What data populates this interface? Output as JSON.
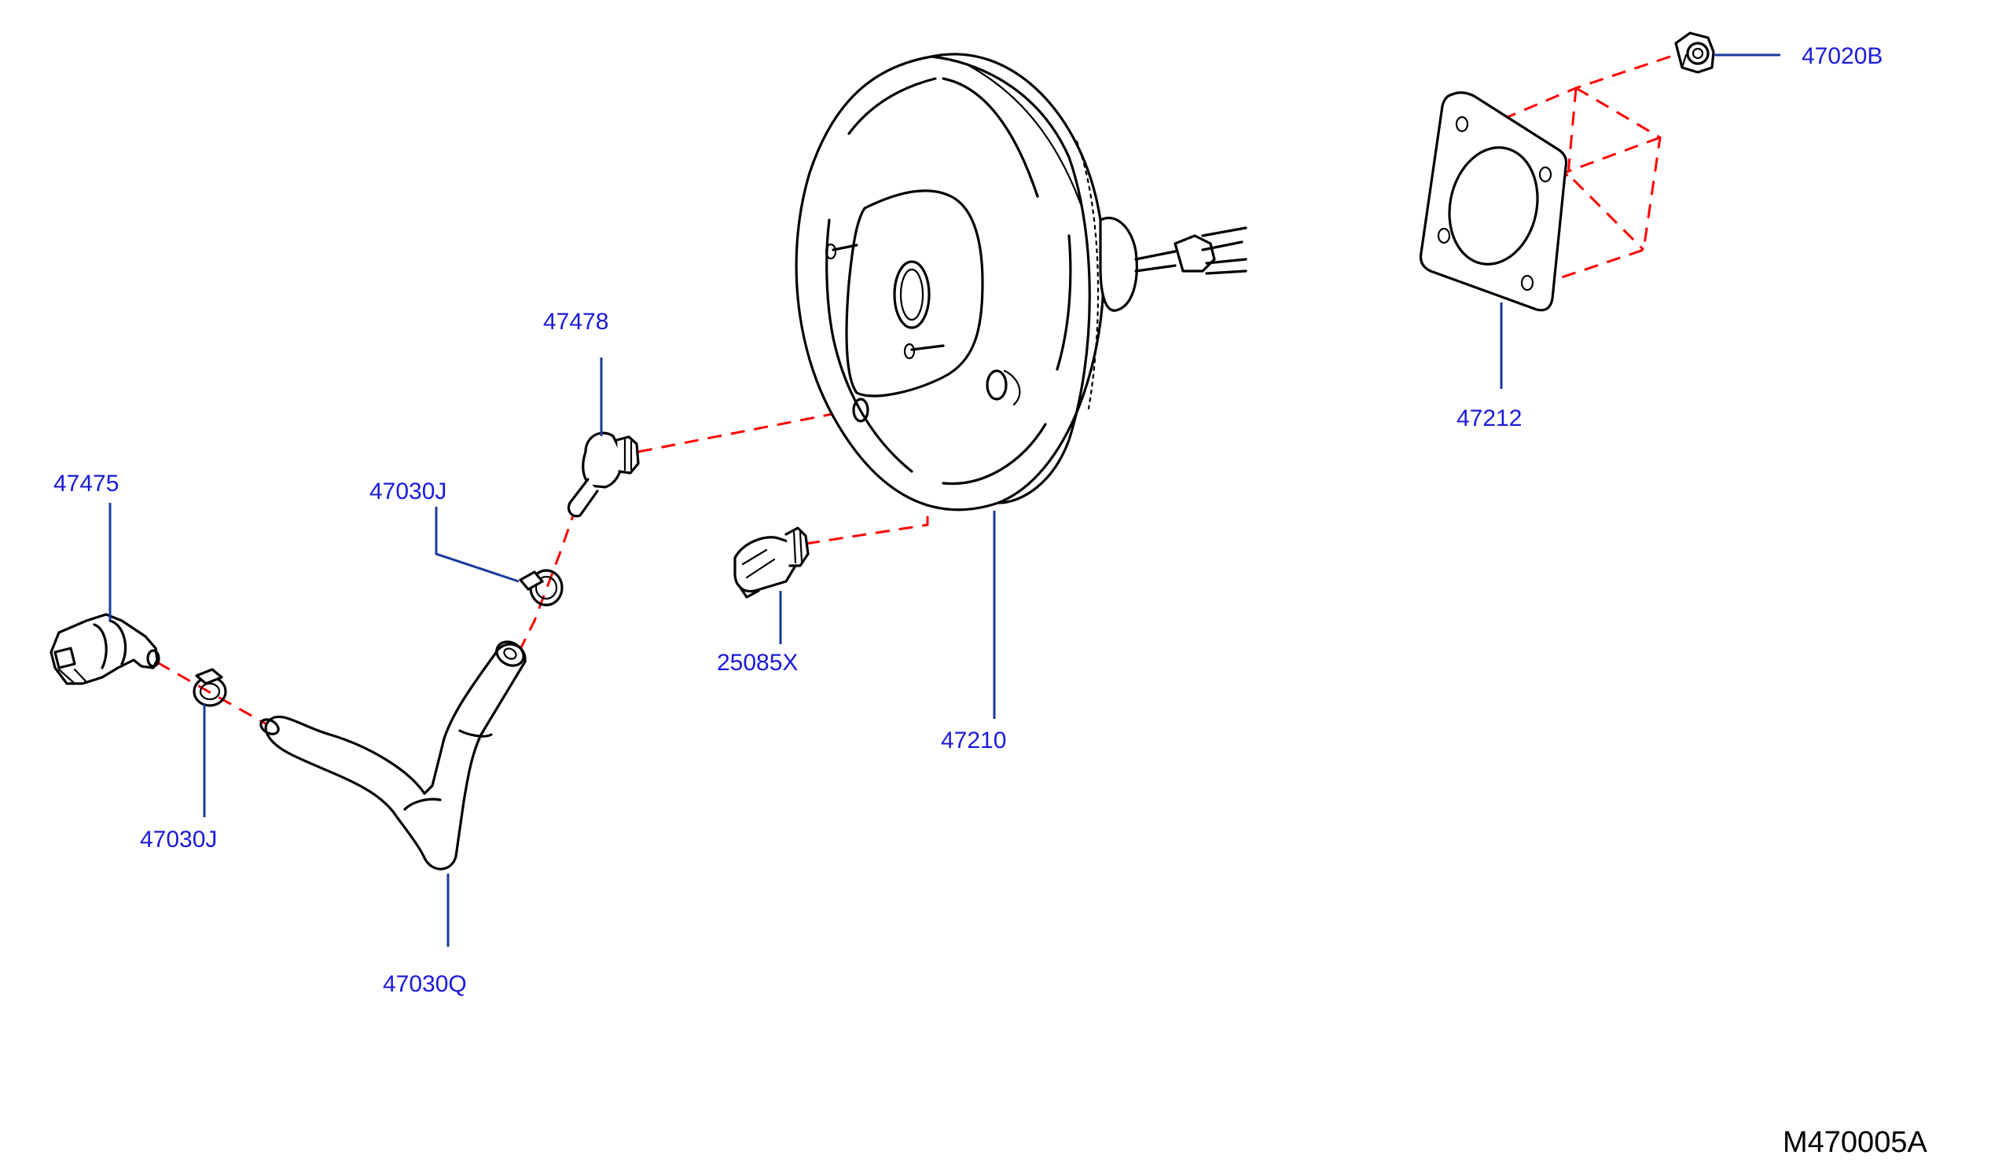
{
  "callouts": {
    "p47020B": "47020B",
    "p47212": "47212",
    "p47478": "47478",
    "p47475": "47475",
    "p47030J_upper": "47030J",
    "p47030J_lower": "47030J",
    "p25085X": "25085X",
    "p47210": "47210",
    "p47030Q": "47030Q"
  },
  "figure_id": "M470005A",
  "colors": {
    "callout_text": "#1a1adb",
    "leader_line": "#1a3a9a",
    "mating_line": "#ff0000",
    "part_outline": "#000000"
  }
}
